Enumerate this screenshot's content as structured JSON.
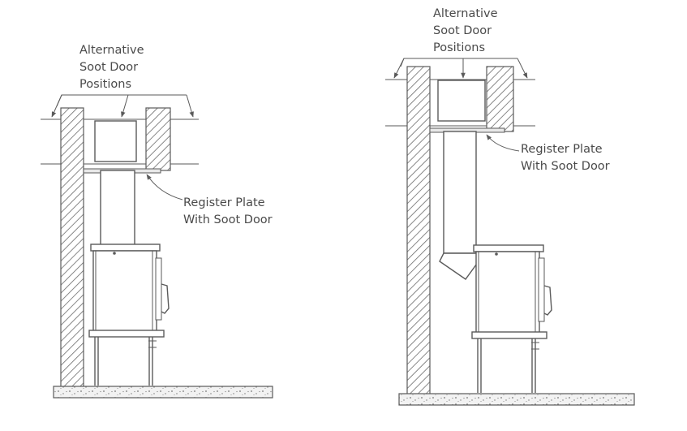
{
  "diagrams": [
    {
      "title_lines": [
        "Alternative",
        "Soot Door",
        "Positions"
      ],
      "register_lines": [
        "Register Plate",
        "With Soot Door"
      ]
    },
    {
      "title_lines": [
        "Alternative",
        "Soot Door",
        "Positions"
      ],
      "register_lines": [
        "Register Plate",
        "With Soot Door"
      ]
    }
  ],
  "colors": {
    "line": "#5a5a5a",
    "text": "#4a4a4a",
    "hatch": "#6a6a6a",
    "hearth": "#d8d8d8"
  }
}
